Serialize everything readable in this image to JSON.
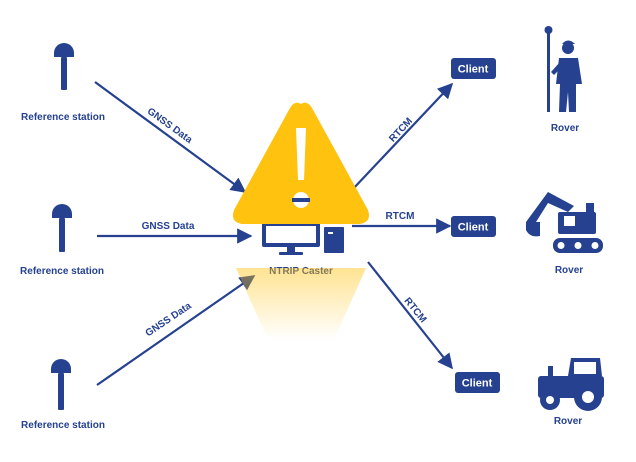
{
  "colors": {
    "primary": "#25418f",
    "warning": "#ffc20e",
    "white": "#ffffff"
  },
  "stations": [
    {
      "label": "Reference station"
    },
    {
      "label": "Reference station"
    },
    {
      "label": "Reference station"
    }
  ],
  "inbound_links": [
    {
      "label": "GNSS Data"
    },
    {
      "label": "GNSS Data"
    },
    {
      "label": "GNSS Data"
    }
  ],
  "caster": {
    "label": "NTRIP Caster",
    "icon": "computer-monitor-icon",
    "overlay_icon": "warning-triangle-icon"
  },
  "outbound_links": [
    {
      "label": "RTCM"
    },
    {
      "label": "RTCM"
    },
    {
      "label": "RTCM"
    }
  ],
  "clients": [
    {
      "label": "Client"
    },
    {
      "label": "Client"
    },
    {
      "label": "Client"
    }
  ],
  "rovers": [
    {
      "label": "Rover",
      "icon": "surveyor-icon"
    },
    {
      "label": "Rover",
      "icon": "excavator-icon"
    },
    {
      "label": "Rover",
      "icon": "tractor-icon"
    }
  ]
}
